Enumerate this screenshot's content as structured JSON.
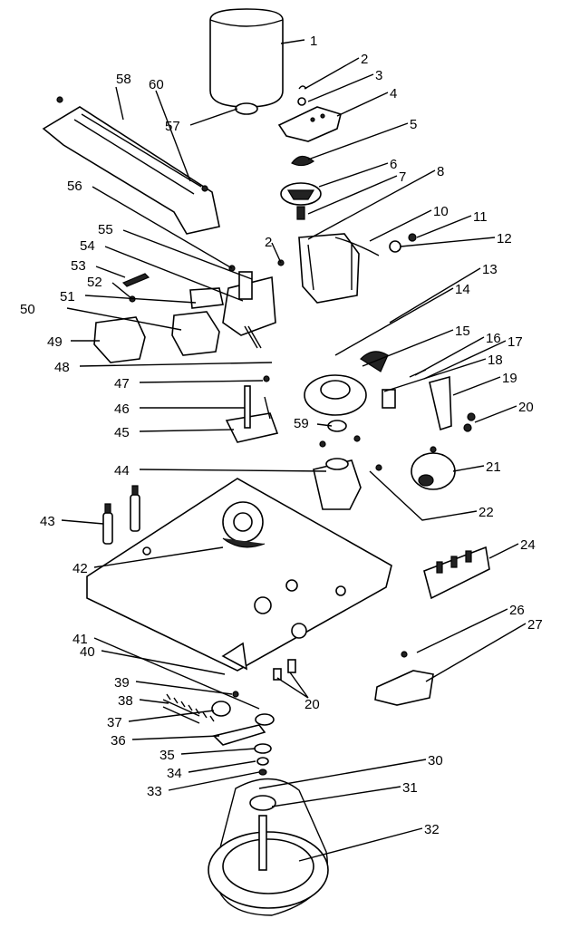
{
  "diagram": {
    "parts": [
      {
        "id": "p1",
        "label": "1"
      },
      {
        "id": "p2",
        "label": "2"
      },
      {
        "id": "p3",
        "label": "3"
      },
      {
        "id": "p4",
        "label": "4"
      },
      {
        "id": "p5",
        "label": "5"
      },
      {
        "id": "p6",
        "label": "6"
      },
      {
        "id": "p7",
        "label": "7"
      },
      {
        "id": "p8",
        "label": "8"
      },
      {
        "id": "p10",
        "label": "10"
      },
      {
        "id": "p11",
        "label": "11"
      },
      {
        "id": "p12",
        "label": "12"
      },
      {
        "id": "p13",
        "label": "13"
      },
      {
        "id": "p14",
        "label": "14"
      },
      {
        "id": "p15",
        "label": "15"
      },
      {
        "id": "p16",
        "label": "16"
      },
      {
        "id": "p17",
        "label": "17"
      },
      {
        "id": "p18",
        "label": "18"
      },
      {
        "id": "p19",
        "label": "19"
      },
      {
        "id": "p20a",
        "label": "20"
      },
      {
        "id": "p21",
        "label": "21"
      },
      {
        "id": "p22",
        "label": "22"
      },
      {
        "id": "p24",
        "label": "24"
      },
      {
        "id": "p26",
        "label": "26"
      },
      {
        "id": "p27",
        "label": "27"
      },
      {
        "id": "p20b",
        "label": "20"
      },
      {
        "id": "p30",
        "label": "30"
      },
      {
        "id": "p31",
        "label": "31"
      },
      {
        "id": "p32",
        "label": "32"
      },
      {
        "id": "p33",
        "label": "33"
      },
      {
        "id": "p34",
        "label": "34"
      },
      {
        "id": "p35",
        "label": "35"
      },
      {
        "id": "p36",
        "label": "36"
      },
      {
        "id": "p37",
        "label": "37"
      },
      {
        "id": "p38",
        "label": "38"
      },
      {
        "id": "p39",
        "label": "39"
      },
      {
        "id": "p40",
        "label": "40"
      },
      {
        "id": "p41",
        "label": "41"
      },
      {
        "id": "p42",
        "label": "42"
      },
      {
        "id": "p43",
        "label": "43"
      },
      {
        "id": "p44",
        "label": "44"
      },
      {
        "id": "p45",
        "label": "45"
      },
      {
        "id": "p46",
        "label": "46"
      },
      {
        "id": "p47",
        "label": "47"
      },
      {
        "id": "p48",
        "label": "48"
      },
      {
        "id": "p49",
        "label": "49"
      },
      {
        "id": "p50",
        "label": "50"
      },
      {
        "id": "p51",
        "label": "51"
      },
      {
        "id": "p52",
        "label": "52"
      },
      {
        "id": "p53",
        "label": "53"
      },
      {
        "id": "p54",
        "label": "54"
      },
      {
        "id": "p55",
        "label": "55"
      },
      {
        "id": "p56",
        "label": "56"
      },
      {
        "id": "p57",
        "label": "57"
      },
      {
        "id": "p58",
        "label": "58"
      },
      {
        "id": "p59",
        "label": "59"
      },
      {
        "id": "p60",
        "label": "60"
      },
      {
        "id": "p2b",
        "label": "2"
      }
    ]
  }
}
